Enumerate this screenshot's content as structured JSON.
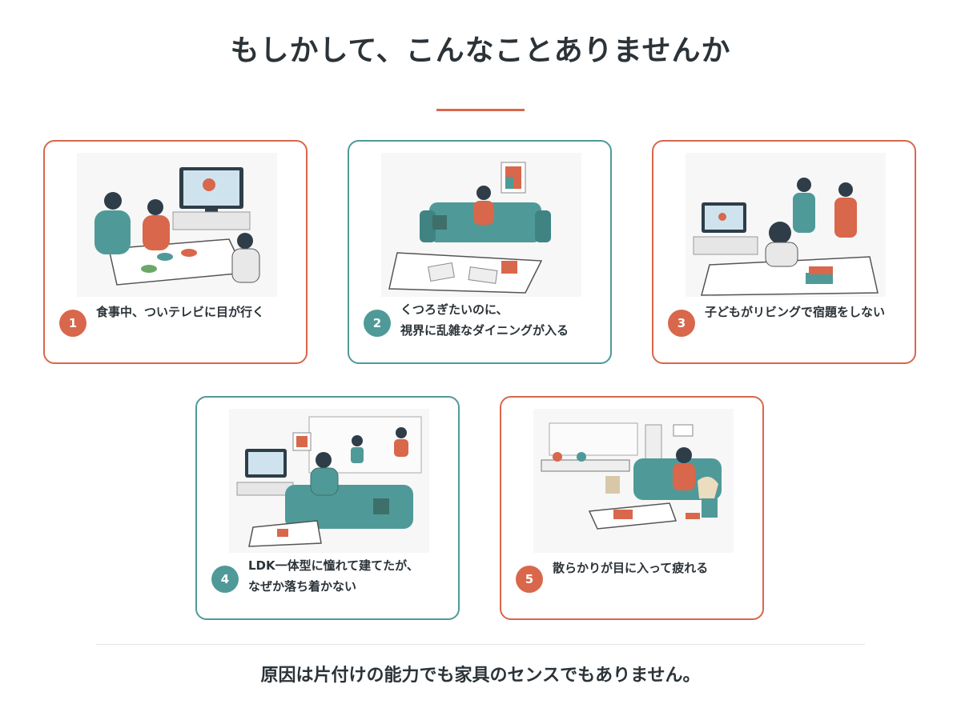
{
  "header": {
    "title": "もしかして、こんなことありませんか"
  },
  "cards": [
    {
      "number": "1",
      "lines": [
        "食事中、ついテレビに目が行く"
      ]
    },
    {
      "number": "2",
      "lines": [
        "くつろぎたいのに、",
        "視界に乱雑なダイニングが入る"
      ]
    },
    {
      "number": "3",
      "lines": [
        "子どもがリビングで宿題をしない"
      ]
    },
    {
      "number": "4",
      "lines": [
        "LDK一体型に憧れて建てたが、",
        "なぜか落ち着かない"
      ]
    },
    {
      "number": "5",
      "lines": [
        "散らかりが目に入って疲れる"
      ]
    }
  ],
  "footer": {
    "text": "原因は片付けの能力でも家具のセンスでもありません。"
  },
  "colors": {
    "accent": "#d9674b",
    "teal": "#4f9a98",
    "text": "#2b3338"
  }
}
